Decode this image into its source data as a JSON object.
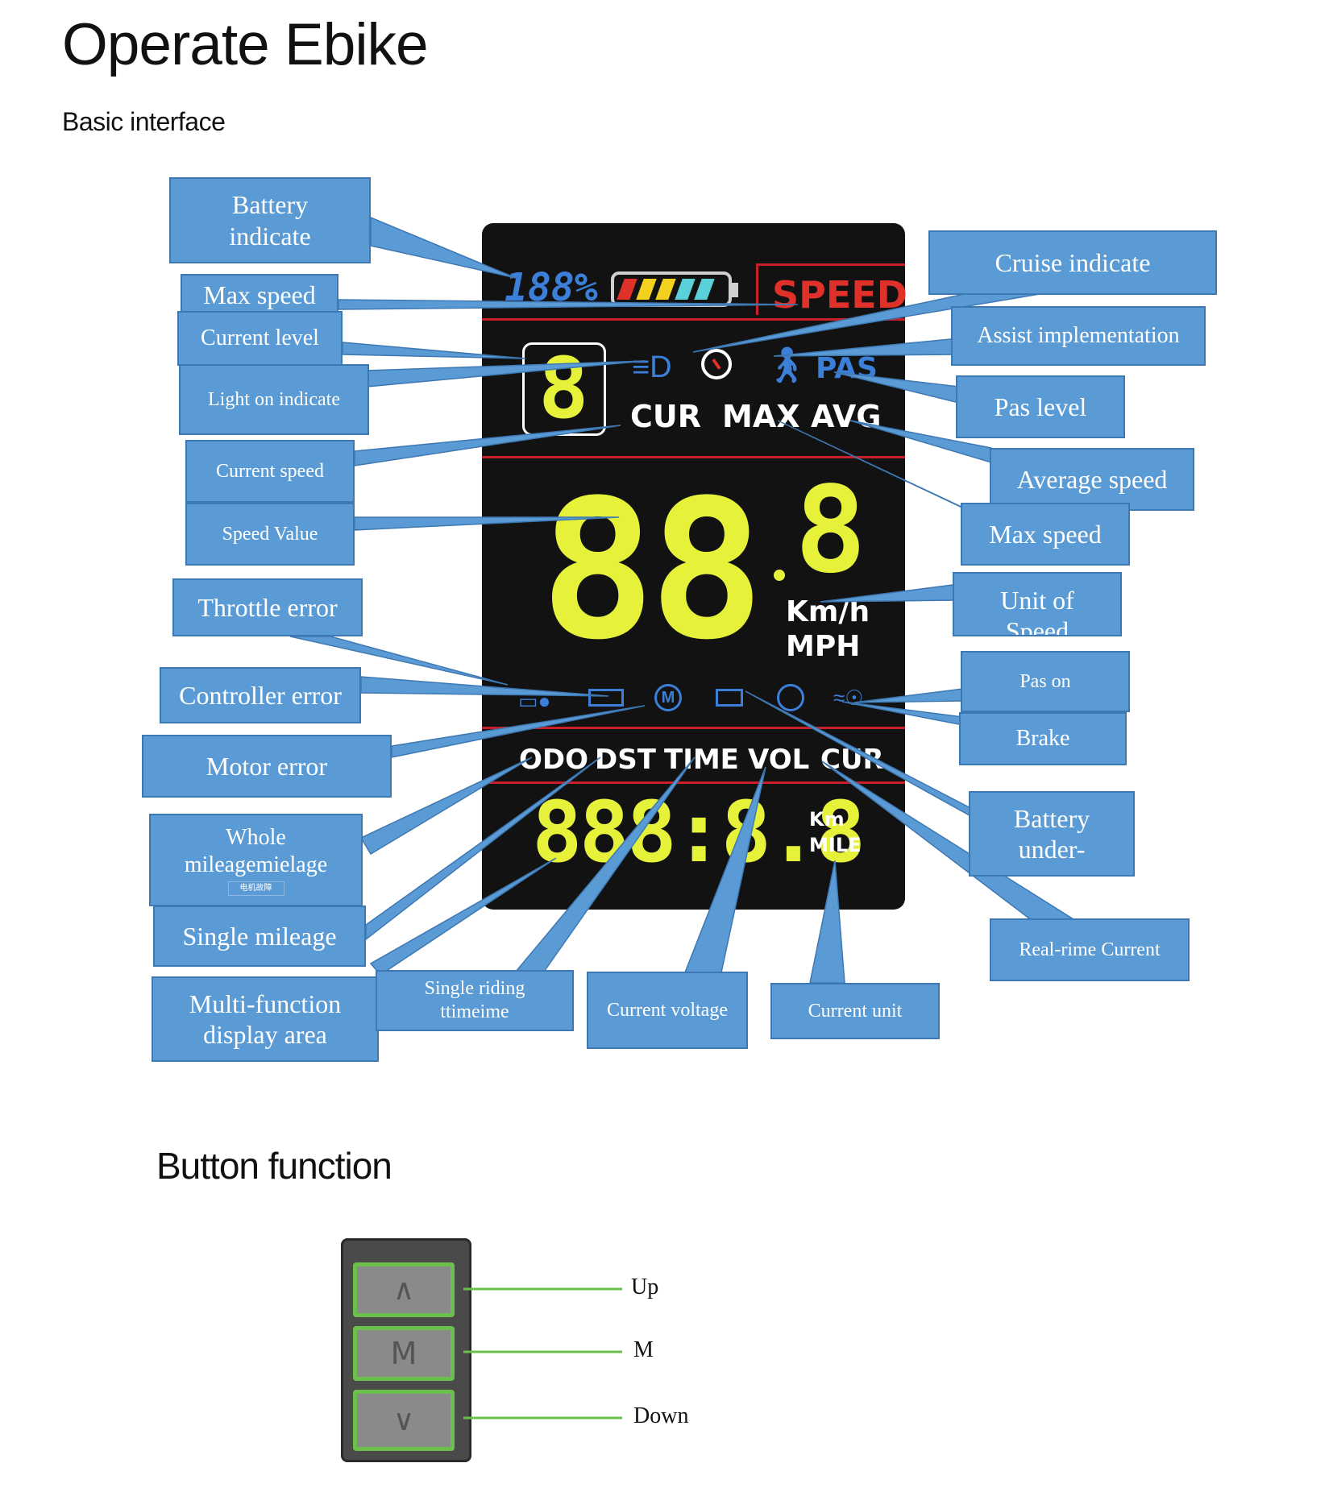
{
  "header": {
    "title": "Operate Ebike",
    "subtitle": "Basic interface",
    "section_title": "Button function"
  },
  "display": {
    "battery_percent": "188%",
    "speed_label": "SPEED",
    "level_digit": "8",
    "cur": "CUR",
    "max": "MAX",
    "avg": "AVG",
    "pas": "PAS",
    "speed_digits": "88",
    "speed_decimal": "8",
    "unit_kmh": "Km/h",
    "unit_mph": "MPH",
    "odo": "ODO",
    "dst": "DST",
    "time": "TIME",
    "vol": "VOL",
    "cur_bottom": "CUR",
    "multi_digits": "888:8.8",
    "unit_km": "Km",
    "unit_mile": "MILE",
    "battery_colors": [
      "#e0302a",
      "#f2d21e",
      "#f2d21e",
      "#5ad0d8",
      "#5ad0d8"
    ]
  },
  "callouts": {
    "battery_indicate": "Battery indicate",
    "max_speed_top": "Max speed",
    "current_level": "Current level",
    "light_on": "Light on indicate",
    "current_speed": "Current speed",
    "speed_value": "Speed Value",
    "throttle_error": "Throttle error",
    "controller_error": "Controller error",
    "motor_error": "Motor error",
    "whole_mileage": "Whole mileagemielage",
    "whole_mileage_small": "电机故障",
    "single_mileage": "Single mileage",
    "multi_function": "Multi-function display area",
    "single_riding": "Single riding ttimeime",
    "current_voltage": "Current voltage",
    "current_unit": "Current unit",
    "cruise": "Cruise indicate",
    "assist": "Assist implementation",
    "pas_level": "Pas level",
    "average_speed": "Average speed",
    "max_speed_right": "Max speed",
    "unit_of_speed": "Unit of Speed",
    "pas_on": "Pas on",
    "brake": "Brake",
    "battery_under": "Battery under-",
    "realtime_current": "Real-rime Current"
  },
  "buttons": {
    "up": "Up",
    "m": "M",
    "down": "Down",
    "up_icon": "chevron-up-icon",
    "m_icon": "m-letter-icon",
    "down_icon": "chevron-down-icon"
  },
  "colors": {
    "callout_fill": "#5b9bd5",
    "lcd_background": "#121212",
    "segment_yellow": "#e6f23a",
    "accent_red": "#e0302a",
    "icon_blue": "#3c7fd8",
    "button_frame_green": "#6cc04a"
  }
}
